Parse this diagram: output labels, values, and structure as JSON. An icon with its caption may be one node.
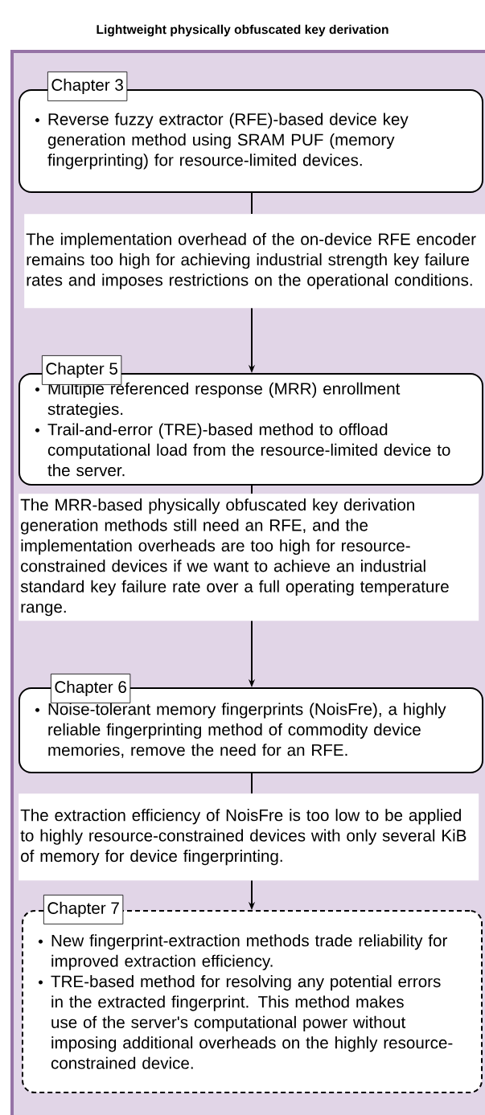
{
  "diagram": {
    "title": "Lightweight physically obfuscated key derivation",
    "nodes": [
      {
        "text": [
          "Chapter 3",
          "Reverse fuzzy extractor (RFE)-based device key generation method using SRAM PUF (memory fingerprinting) for resource-limited devices."
        ]
      },
      {
        "text": [
          "The implementation overhead of the on-device RFE encoder remains too high for achieving industrial strength key failure rates and imposes restrictions on the operational conditions."
        ]
      },
      {
        "text": [
          "Chapter 5",
          "Multiple referenced response (MRR) enrollment strategies.",
          "Trail-and-error (TRE)-based method to offload computational load from the resource-limited device to the server."
        ]
      },
      {
        "text": [
          "The MRR-based physically obfuscated key derivation generation methods still need an RFE, and the implementation overheads are too high for resource-constrained devices if we want to achieve an industrial standard key failure rate over a full operating temperature range."
        ]
      },
      {
        "text": [
          "Chapter 6",
          "Noise-tolerant memory fingerprints (NoisFre), a highly reliable fingerprinting method of commodity device memories, remove the need for an RFE."
        ]
      },
      {
        "text": [
          "The extraction efficiency of NoisFre is too low to be applied to highly resource-constrained devices with only several KiB of memory for device fingerprinting."
        ]
      },
      {
        "text": [
          "Chapter 7",
          "New fingerprint-extraction methods trade reliability for improved extraction efficiency.",
          "TRE-based method for resolving any potential errors in the extracted fingerprint. This method makes use of the server's computational power without imposing additional overheads on the highly resource-constrained device."
        ]
      }
    ],
    "edges": [
      {
        "from": 0,
        "to": 1,
        "arrow": "none"
      },
      {
        "from": 1,
        "to": 2,
        "arrow": "to"
      },
      {
        "from": 2,
        "to": 3,
        "arrow": "none"
      },
      {
        "from": 3,
        "to": 4,
        "arrow": "to"
      },
      {
        "from": 4,
        "to": 5,
        "arrow": "none"
      },
      {
        "from": 5,
        "to": 6,
        "arrow": "to"
      }
    ]
  }
}
